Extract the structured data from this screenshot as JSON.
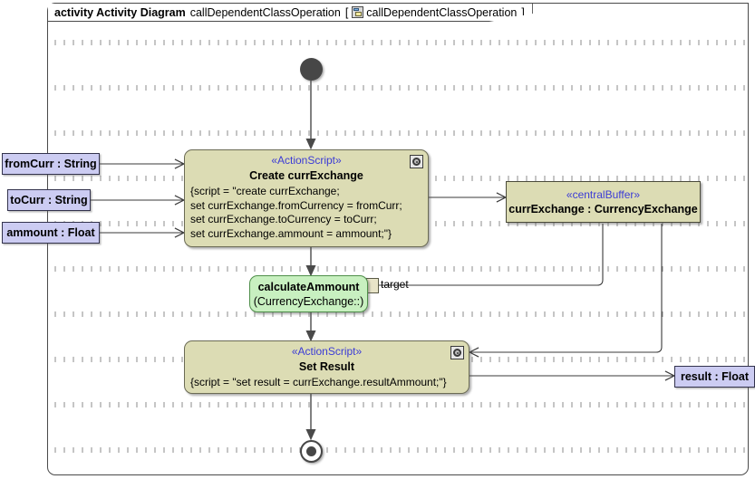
{
  "frame": {
    "keyword": "activity Activity Diagram",
    "name": "callDependentClassOperation",
    "bracket_open": "[",
    "bracket_close": "]",
    "context_icon": "class-icon",
    "context_name": "callDependentClassOperation"
  },
  "colors": {
    "action_fill": "#dcdcb4",
    "action_border": "#6b6b55",
    "callop_fill": "#c8f0c0",
    "callop_border": "#4f8f4a",
    "param_fill": "#ccccf2",
    "param_border": "#33334d",
    "stereotype_text": "#3b3bd6",
    "pin_fill": "#e8e4c8",
    "node_dark": "#474747",
    "grid_dot": "#8b8b8b"
  },
  "nodes": {
    "initial": {
      "name": "initial-node"
    },
    "final": {
      "name": "activity-final-node"
    },
    "create_action": {
      "stereotype": "«ActionScript»",
      "title": "Create currExchange",
      "badge": "gear-icon",
      "script_lines": [
        "{script = \"create currExchange;",
        "set currExchange.fromCurrency = fromCurr;",
        "set currExchange.toCurrency = toCurr;",
        "set currExchange.ammount = ammount;\"}"
      ]
    },
    "calculate_op": {
      "operation": "calculateAmmount",
      "owner": "(CurrencyExchange::)",
      "pin_label": "target"
    },
    "set_result_action": {
      "stereotype": "«ActionScript»",
      "title": "Set Result",
      "badge": "gear-icon",
      "script_lines": [
        "{script = \"set result = currExchange.resultAmmount;\"}"
      ]
    },
    "central_buffer": {
      "stereotype": "«centralBuffer»",
      "label": "currExchange : CurrencyExchange"
    }
  },
  "parameters": {
    "inputs": [
      {
        "label": "fromCurr : String"
      },
      {
        "label": "toCurr : String"
      },
      {
        "label": "ammount : Float"
      }
    ],
    "outputs": [
      {
        "label": "result : Float"
      }
    ]
  }
}
